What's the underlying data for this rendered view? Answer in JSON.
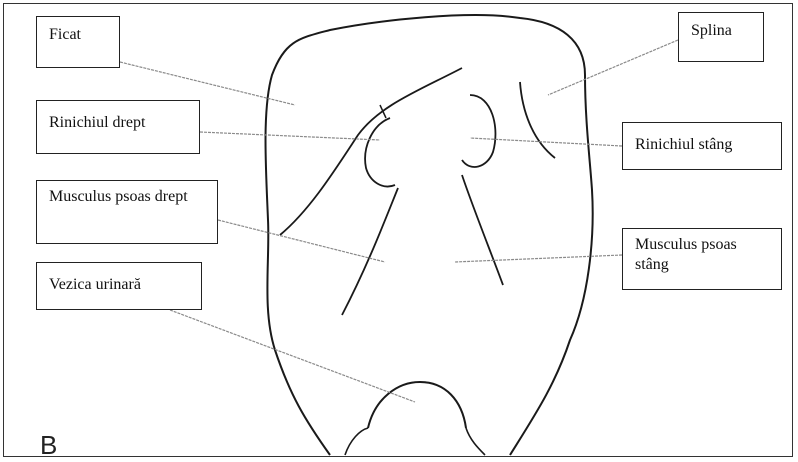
{
  "labels": {
    "ficat": "Ficat",
    "splina": "Splina",
    "rinichiul_drept": "Rinichiul drept",
    "rinichiul_stang": "Rinichiul stâng",
    "musculus_psoas_drept": "Musculus psoas drept",
    "musculus_psoas_stang": "Musculus psoas stâng",
    "vezica_urinara": "Vezica urinară"
  },
  "panel_letter": "B",
  "colors": {
    "outline": "#1a1a1a",
    "leader": "#8a8a8a",
    "box_border": "#222222"
  }
}
